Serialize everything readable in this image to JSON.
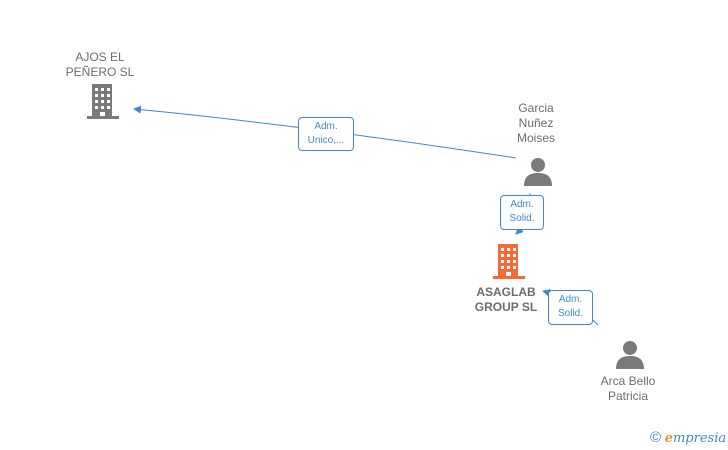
{
  "nodes": {
    "ajos": {
      "line1": "AJOS EL",
      "line2": "PEÑERO  SL",
      "icon": "building-icon",
      "color": "#7a7a7a"
    },
    "garcia": {
      "line1": "Garcia",
      "line2": "Nuñez",
      "line3": "Moises",
      "icon": "person-icon",
      "color": "#7a7a7a"
    },
    "asaglab": {
      "line1": "ASAGLAB",
      "line2": "GROUP  SL",
      "icon": "building-icon",
      "color": "#f26b38"
    },
    "arca": {
      "line1": "Arca Bello",
      "line2": "Patricia",
      "icon": "person-icon",
      "color": "#7a7a7a"
    }
  },
  "edges": [
    {
      "from": "garcia",
      "to": "ajos",
      "line1": "Adm.",
      "line2": "Unico,..."
    },
    {
      "from": "garcia",
      "to": "asaglab",
      "line1": "Adm.",
      "line2": "Solid."
    },
    {
      "from": "arca",
      "to": "asaglab",
      "line1": "Adm.",
      "line2": "Solid."
    }
  ],
  "edge_color": "#3f87d5",
  "brand": {
    "copyright": "©",
    "e": "e",
    "rest": "mpresia"
  }
}
